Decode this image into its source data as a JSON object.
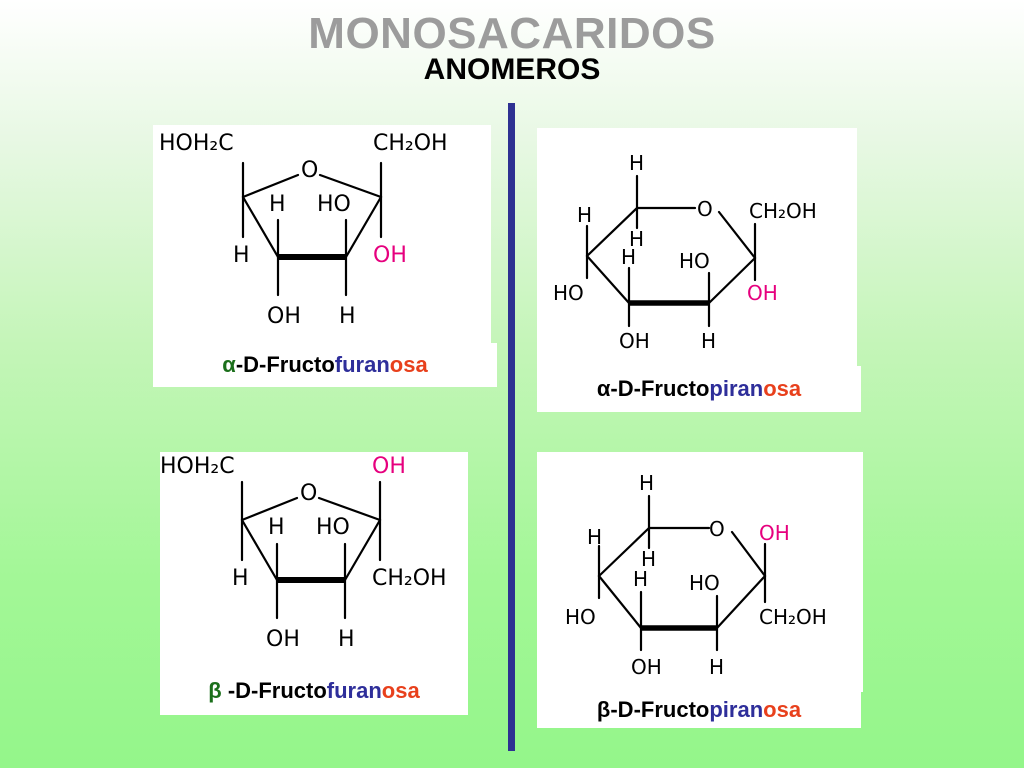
{
  "header": {
    "title": "MONOSACARIDOS",
    "subtitle": "ANOMEROS"
  },
  "colors": {
    "title_gray": "#9c9c9c",
    "divider": "#2e3192",
    "hydroxyl_highlight": "#e6007e",
    "prefix_green": "#1b6f1b",
    "ring_blue": "#2e2e9a",
    "suffix_red": "#e8401c"
  },
  "structures": [
    {
      "id": "alpha-furanose",
      "caption": {
        "prefix": "α",
        "stem": "-D-Fructo",
        "ring": "furan",
        "suffix": "osa"
      },
      "labels": {
        "left_top": "HOH₂C",
        "right_top": "CH₂OH",
        "ring_o": "O",
        "c2_h": "H",
        "c3_ho": "HO",
        "c4_h": "H",
        "c5_oh": "OH",
        "c5_h": "H",
        "anomeric_oh": "OH"
      }
    },
    {
      "id": "beta-furanose",
      "caption": {
        "prefix": "β",
        "stem": " -D-Fructo",
        "ring": "furan",
        "suffix": "osa"
      },
      "labels": {
        "left_top": "HOH₂C",
        "right_top": "OH",
        "ring_o": "O",
        "c2_h": "H",
        "c3_ho": "HO",
        "c4_h": "H",
        "c5_oh": "OH",
        "c5_h": "H",
        "right_mid": "CH₂OH"
      }
    },
    {
      "id": "alpha-pyranose",
      "caption": {
        "prefix": "α",
        "stem": "-D-Fructo",
        "ring": "piran",
        "suffix": "osa"
      },
      "labels": {
        "top_h": "H",
        "left_h": "H",
        "inner_h": "H",
        "ring_o": "O",
        "right_top": "CH₂OH",
        "h_mid": "H",
        "ho_mid": "HO",
        "ho_left": "HO",
        "anomeric_oh": "OH",
        "bottom_oh": "OH",
        "bottom_h": "H"
      }
    },
    {
      "id": "beta-pyranose",
      "caption": {
        "prefix": "β",
        "stem": "-D-Fructo",
        "ring": "piran",
        "suffix": "osa"
      },
      "labels": {
        "top_h": "H",
        "left_h": "H",
        "inner_h": "H",
        "ring_o": "O",
        "right_top": "OH",
        "h_mid": "H",
        "ho_mid": "HO",
        "ho_left": "HO",
        "right_bottom": "CH₂OH",
        "bottom_oh": "OH",
        "bottom_h": "H"
      }
    }
  ]
}
